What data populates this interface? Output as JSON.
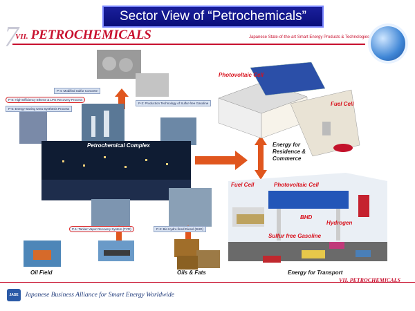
{
  "title": "Sector View of “Petrochemicals”",
  "section": {
    "number": "7",
    "roman": "VII.",
    "name": "PETROCHEMICALS",
    "subtitle": "Japanese State-of-the-art Smart Energy Products & Technologies, 2008-2009"
  },
  "tags": {
    "p4": "P-4: Modified Sulfur Concrete",
    "p8": "P-8: High-Efficiency Ethene & LPG Recovery Process",
    "p5": "P-5: Energy-Saving Urea Synthesis Process",
    "p3": "P-3: Production Technology of Sulfur-free Gasoline",
    "p1": "P-1: Tanker Vapor Recovery System (TVR)",
    "p2": "P-2: Bio Hydro-fined Diesel (BHD)"
  },
  "labels": {
    "complex": "Petrochemical Complex",
    "photovoltaic_top": "Photovoltaic Cell",
    "fuel_cell_top": "Fuel Cell",
    "residence": "Energy for\nResidence &\nCommerce",
    "fuel_cell_bottom": "Fuel Cell",
    "photovoltaic_bottom": "Photovoltaic Cell",
    "bhd": "BHD",
    "hydrogen": "Hydrogen",
    "sulfur_free": "Sulfur free Gasoline",
    "oil_field": "Oil Field",
    "oils_fats": "Oils & Fats",
    "transport": "Energy for Transport"
  },
  "footer": {
    "right": "VII. PETROCHEMICALS",
    "logo": "JASE",
    "org": "Japanese Business Alliance for Smart Energy Worldwide"
  },
  "colors": {
    "banner": "#0a0e7a",
    "accent_red": "#c8102e",
    "arrow_orange": "#e0561e",
    "footer_blue": "#1f3a7a"
  }
}
